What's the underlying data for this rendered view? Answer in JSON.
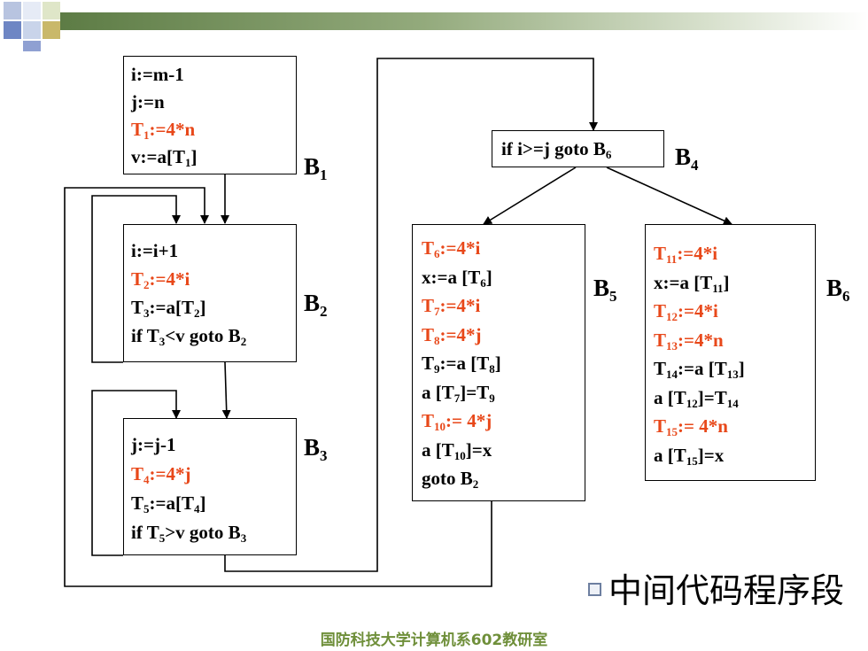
{
  "colors": {
    "highlight": "#e8481a",
    "footer": "#6f8f3a",
    "bar": "#5d7c45"
  },
  "blocks": {
    "b1": {
      "label": "B",
      "sub": "1",
      "lines": [
        {
          "parts": [
            {
              "t": "i:=m-1"
            }
          ]
        },
        {
          "parts": [
            {
              "t": "j:=n"
            }
          ]
        },
        {
          "red": true,
          "parts": [
            {
              "t": "T"
            },
            {
              "s": "1"
            },
            {
              "t": ":=4*n"
            }
          ]
        },
        {
          "parts": [
            {
              "t": "v:=a[T"
            },
            {
              "s": "1"
            },
            {
              "t": "]"
            }
          ]
        }
      ]
    },
    "b2": {
      "label": "B",
      "sub": "2",
      "lines": [
        {
          "parts": [
            {
              "t": "i:=i+1"
            }
          ]
        },
        {
          "red": true,
          "parts": [
            {
              "t": "T"
            },
            {
              "s": "2"
            },
            {
              "t": ":=4*i"
            }
          ]
        },
        {
          "parts": [
            {
              "t": "T"
            },
            {
              "s": "3"
            },
            {
              "t": ":=a[T"
            },
            {
              "s": "2"
            },
            {
              "t": "]"
            }
          ]
        },
        {
          "parts": [
            {
              "t": "if T"
            },
            {
              "s": "3"
            },
            {
              "t": "<v goto B"
            },
            {
              "s": "2"
            }
          ]
        }
      ]
    },
    "b3": {
      "label": "B",
      "sub": "3",
      "lines": [
        {
          "parts": [
            {
              "t": "j:=j-1"
            }
          ]
        },
        {
          "red": true,
          "parts": [
            {
              "t": "T"
            },
            {
              "s": "4"
            },
            {
              "t": ":=4*j"
            }
          ]
        },
        {
          "parts": [
            {
              "t": "T"
            },
            {
              "s": "5"
            },
            {
              "t": ":=a[T"
            },
            {
              "s": "4"
            },
            {
              "t": "]"
            }
          ]
        },
        {
          "parts": [
            {
              "t": "if T"
            },
            {
              "s": "5"
            },
            {
              "t": ">v goto B"
            },
            {
              "s": "3"
            }
          ]
        }
      ]
    },
    "b4": {
      "label": "B",
      "sub": "4",
      "lines": [
        {
          "parts": [
            {
              "t": "if i>=j goto B"
            },
            {
              "s": "6"
            }
          ]
        }
      ]
    },
    "b5": {
      "label": "B",
      "sub": "5",
      "lines": [
        {
          "red": true,
          "parts": [
            {
              "t": "T"
            },
            {
              "s": "6"
            },
            {
              "t": ":=4*i"
            }
          ]
        },
        {
          "parts": [
            {
              "t": "x:=a [T"
            },
            {
              "s": "6"
            },
            {
              "t": "]"
            }
          ]
        },
        {
          "red": true,
          "parts": [
            {
              "t": "T"
            },
            {
              "s": "7"
            },
            {
              "t": ":=4*i"
            }
          ]
        },
        {
          "red": true,
          "parts": [
            {
              "t": "T"
            },
            {
              "s": "8"
            },
            {
              "t": ":=4*j"
            }
          ]
        },
        {
          "parts": [
            {
              "t": "T"
            },
            {
              "s": "9"
            },
            {
              "t": ":=a [T"
            },
            {
              "s": "8"
            },
            {
              "t": "]"
            }
          ]
        },
        {
          "parts": [
            {
              "t": "a [T"
            },
            {
              "s": "7"
            },
            {
              "t": "]=T"
            },
            {
              "s": "9"
            }
          ]
        },
        {
          "red": true,
          "parts": [
            {
              "t": "T"
            },
            {
              "s": "10"
            },
            {
              "t": ":= 4*j"
            }
          ]
        },
        {
          "parts": [
            {
              "t": "a [T"
            },
            {
              "s": "10"
            },
            {
              "t": "]=x"
            }
          ]
        },
        {
          "parts": [
            {
              "t": "goto B"
            },
            {
              "s": "2"
            }
          ]
        }
      ]
    },
    "b6": {
      "label": "B",
      "sub": "6",
      "lines": [
        {
          "red": true,
          "parts": [
            {
              "t": "T"
            },
            {
              "s": "11"
            },
            {
              "t": ":=4*i"
            }
          ]
        },
        {
          "parts": [
            {
              "t": "x:=a [T"
            },
            {
              "s": "11"
            },
            {
              "t": "]"
            }
          ]
        },
        {
          "red": true,
          "parts": [
            {
              "t": "T"
            },
            {
              "s": "12"
            },
            {
              "t": ":=4*i"
            }
          ]
        },
        {
          "red": true,
          "parts": [
            {
              "t": "T"
            },
            {
              "s": "13"
            },
            {
              "t": ":=4*n"
            }
          ]
        },
        {
          "parts": [
            {
              "t": "T"
            },
            {
              "s": "14"
            },
            {
              "t": ":=a [T"
            },
            {
              "s": "13"
            },
            {
              "t": "]"
            }
          ]
        },
        {
          "parts": [
            {
              "t": "a [T"
            },
            {
              "s": "12"
            },
            {
              "t": "]=T"
            },
            {
              "s": "14"
            }
          ]
        },
        {
          "red": true,
          "parts": [
            {
              "t": "T"
            },
            {
              "s": "15"
            },
            {
              "t": ":= 4*n"
            }
          ]
        },
        {
          "parts": [
            {
              "t": "a [T"
            },
            {
              "s": "15"
            },
            {
              "t": "]=x"
            }
          ]
        }
      ]
    }
  },
  "legend": {
    "text": "中间代码程序段",
    "icon": "square-bullet-icon"
  },
  "footer": {
    "text": "国防科技大学计算机系602教研室"
  }
}
